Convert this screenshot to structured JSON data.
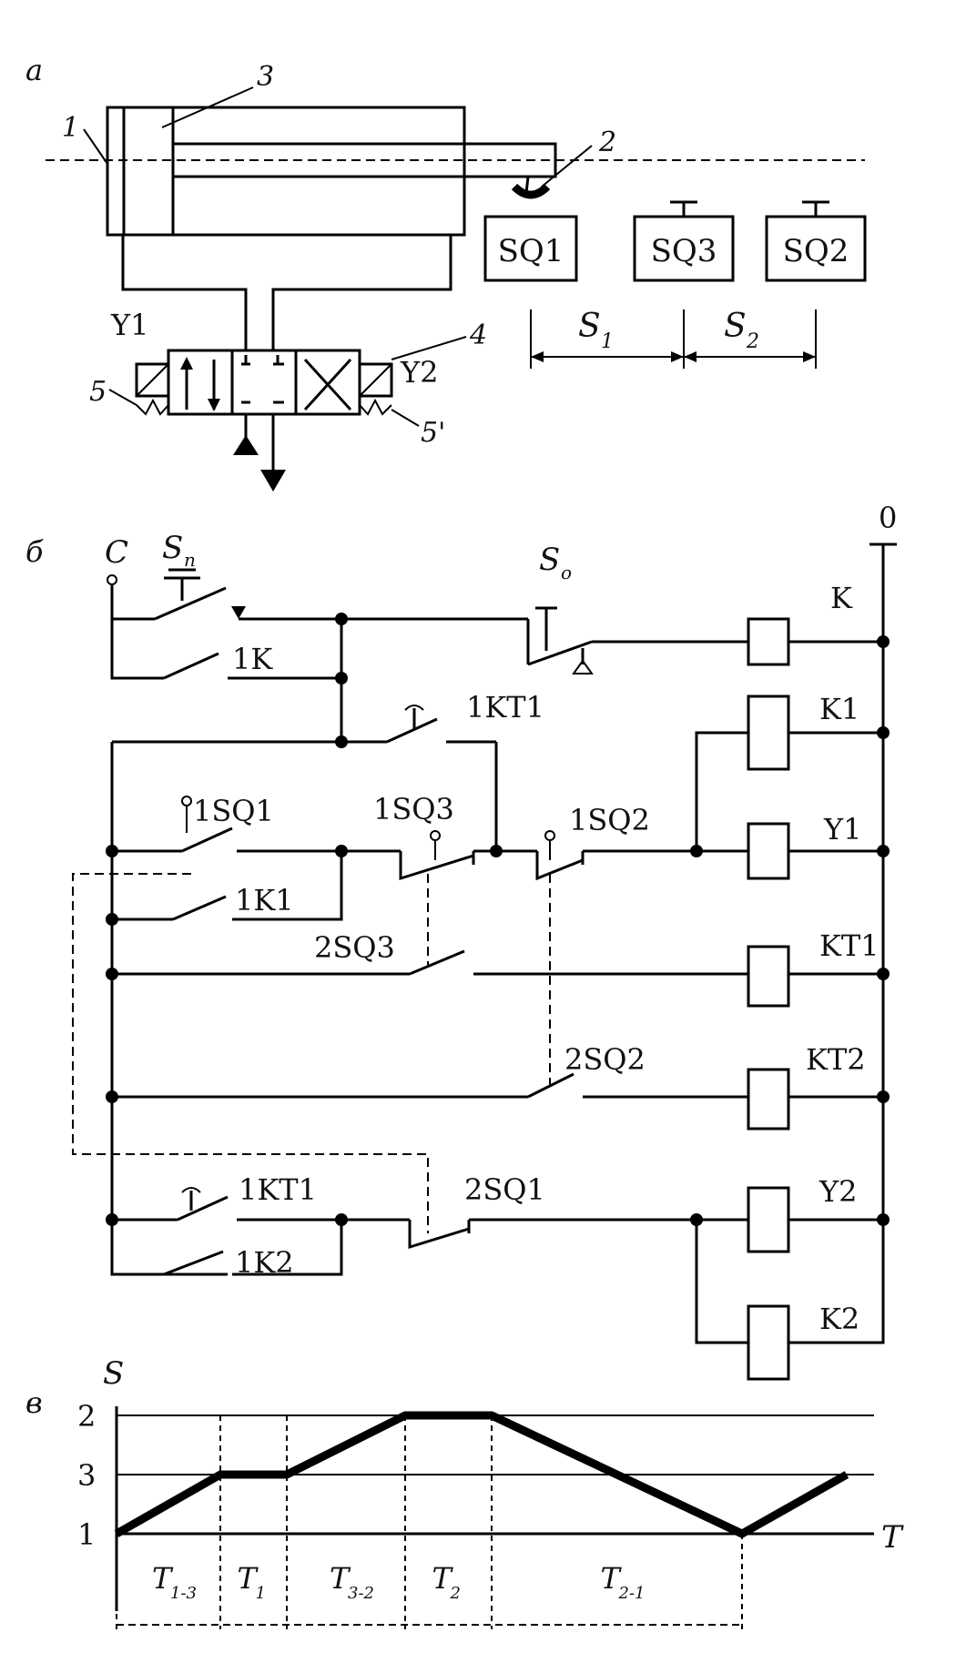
{
  "panels": {
    "a": "а",
    "b": "б",
    "v": "в"
  },
  "part_a": {
    "callouts": [
      "1",
      "2",
      "3",
      "4",
      "5",
      "5'"
    ],
    "switches": [
      "SQ1",
      "SQ3",
      "SQ2"
    ],
    "solenoids": [
      "Y1",
      "Y2"
    ],
    "strokes": {
      "s1_main": "S",
      "s1_sub": "1",
      "s2_main": "S",
      "s2_sub": "2"
    }
  },
  "part_b": {
    "supply": {
      "left": "C",
      "right": "0"
    },
    "start_main": "S",
    "start_sub": "п",
    "stop_main": "S",
    "stop_sub": "о",
    "contacts": [
      "1K",
      "1KT1",
      "1SQ1",
      "1SQ3",
      "1SQ2",
      "1K1",
      "2SQ3",
      "2SQ2",
      "1KT1",
      "2SQ1",
      "1K2"
    ],
    "coils": [
      "K",
      "K1",
      "Y1",
      "KT1",
      "KT2",
      "Y2",
      "K2"
    ]
  },
  "chart_data": {
    "type": "line",
    "ylabel": "S",
    "xlabel": "T",
    "y_levels": [
      "1",
      "3",
      "2"
    ],
    "intervals": [
      {
        "main": "T",
        "sub": "1-3"
      },
      {
        "main": "T",
        "sub": "1"
      },
      {
        "main": "T",
        "sub": "3-2"
      },
      {
        "main": "T",
        "sub": "2"
      },
      {
        "main": "T",
        "sub": "2-1"
      }
    ],
    "series": [
      {
        "points": [
          [
            "t0",
            "1"
          ],
          [
            "t1",
            "3"
          ],
          [
            "t2",
            "3"
          ],
          [
            "t3",
            "2"
          ],
          [
            "t4",
            "2"
          ],
          [
            "t5",
            "1"
          ],
          [
            "end",
            "3"
          ]
        ]
      }
    ]
  }
}
